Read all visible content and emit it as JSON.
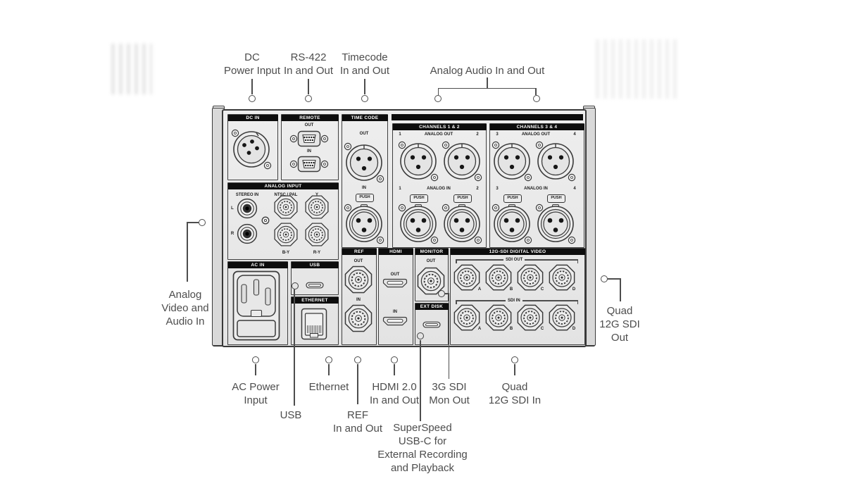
{
  "colors": {
    "panel_face": "#e7e7e7",
    "header_bg": "#0d0d0d",
    "header_text": "#ffffff",
    "callout_line": "#4d4d4d",
    "outline": "#3a3a3a"
  },
  "panel": {
    "push": "PUSH",
    "dc_in": {
      "title": "DC IN"
    },
    "remote": {
      "title": "REMOTE",
      "out": "OUT",
      "in": "IN"
    },
    "timecode": {
      "title": "TIME CODE",
      "out": "OUT",
      "in": "IN"
    },
    "channels12": {
      "title": "CHANNELS 1 & 2",
      "analog_out": "ANALOG OUT",
      "analog_in": "ANALOG IN",
      "n1": "1",
      "n2": "2"
    },
    "channels34": {
      "title": "CHANNELS 3 & 4",
      "analog_out": "ANALOG OUT",
      "analog_in": "ANALOG IN",
      "n1": "3",
      "n2": "4"
    },
    "analog_input": {
      "title": "ANALOG INPUT",
      "stereo_in": "STEREO IN",
      "ntsc_pal": "NTSC / PAL",
      "y": "Y",
      "l": "L",
      "r": "R",
      "by": "B-Y",
      "ry": "R-Y"
    },
    "ac_in": {
      "title": "AC IN"
    },
    "usb": {
      "title": "USB"
    },
    "ethernet": {
      "title": "ETHERNET"
    },
    "ref": {
      "title": "REF",
      "out": "OUT",
      "in": "IN"
    },
    "hdmi": {
      "title": "HDMI",
      "out": "OUT",
      "in": "IN"
    },
    "monitor": {
      "title": "MONITOR",
      "out": "OUT"
    },
    "ext_disk": {
      "title": "EXT DISK"
    },
    "sdi": {
      "title": "12G-SDI DIGITAL VIDEO",
      "out_group": "SDI OUT",
      "in_group": "SDI IN",
      "ports": [
        "A",
        "B",
        "C",
        "D"
      ]
    }
  },
  "icons": {
    "xlr-male": "3-pin xlr circle with dots",
    "xlr-female": "3-pin latching xlr circle",
    "xlr-4pin": "4-pin dc xlr circle",
    "bnc": "octagonal bnc connector",
    "rca": "rca phono jack",
    "db9": "9-pin d-sub",
    "hdmi-port": "hdmi receptacle",
    "rj45": "ethernet jack",
    "usbc": "usb-c pill port",
    "iec": "iec mains inlet",
    "screw": "screw hole ring"
  },
  "callouts": {
    "dc_power": {
      "lines": [
        "DC",
        "Power Input"
      ]
    },
    "rs422": {
      "lines": [
        "RS-422",
        "In and Out"
      ]
    },
    "timecode": {
      "lines": [
        "Timecode",
        "In and Out"
      ]
    },
    "analog_audio": {
      "lines": [
        "Analog Audio In and Out"
      ]
    },
    "analog_video": {
      "lines": [
        "Analog",
        "Video and",
        "Audio In"
      ]
    },
    "quad_sdi_out": {
      "lines": [
        "Quad",
        "12G SDI",
        "Out"
      ]
    },
    "ac_power": {
      "lines": [
        "AC Power",
        "Input"
      ]
    },
    "usb": {
      "lines": [
        "USB"
      ]
    },
    "ethernet": {
      "lines": [
        "Ethernet"
      ]
    },
    "ref": {
      "lines": [
        "REF",
        "In and Out"
      ]
    },
    "hdmi20": {
      "lines": [
        "HDMI 2.0",
        "In and Out"
      ]
    },
    "superspeed": {
      "lines": [
        "SuperSpeed",
        "USB-C for",
        "External Recording",
        "and Playback"
      ]
    },
    "sdi_mon": {
      "lines": [
        "3G SDI",
        "Mon Out"
      ]
    },
    "quad_sdi_in": {
      "lines": [
        "Quad",
        "12G SDI In"
      ]
    }
  }
}
